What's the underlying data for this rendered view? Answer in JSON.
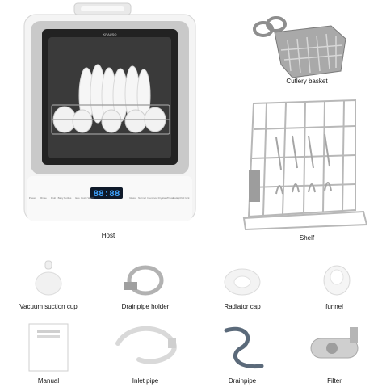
{
  "products": {
    "host": {
      "label": "Host",
      "brand": "KRAUSO",
      "display": "88:88",
      "buttons": [
        "Power",
        "Rinse",
        "Fruit",
        "Baby Bottles",
        "Eco",
        "Quick Wash",
        "Glass",
        "Normal",
        "Intensive",
        "Dry",
        "Start/Pause",
        "Delay",
        "Child lock"
      ]
    },
    "cutlery_basket": {
      "label": "Cutlery basket"
    },
    "shelf": {
      "label": "Shelf"
    },
    "accessories": [
      {
        "label": "Vacuum suction cup",
        "icon": "suction-cup-icon"
      },
      {
        "label": "Drainpipe holder",
        "icon": "hose-clamp-icon"
      },
      {
        "label": "Radiator cap",
        "icon": "radiator-cap-icon"
      },
      {
        "label": "funnel",
        "icon": "funnel-icon"
      },
      {
        "label": "Manual",
        "icon": "manual-icon"
      },
      {
        "label": "Inlet pipe",
        "icon": "inlet-pipe-icon"
      },
      {
        "label": "Drainpipe",
        "icon": "drainpipe-icon"
      },
      {
        "label": "Filter",
        "icon": "filter-icon"
      }
    ],
    "colors": {
      "body": "#f4f4f4",
      "frame": "#c9c9c9",
      "door": "#222222",
      "display": "#3fa3ff",
      "wire": "#b8b8b8"
    }
  }
}
